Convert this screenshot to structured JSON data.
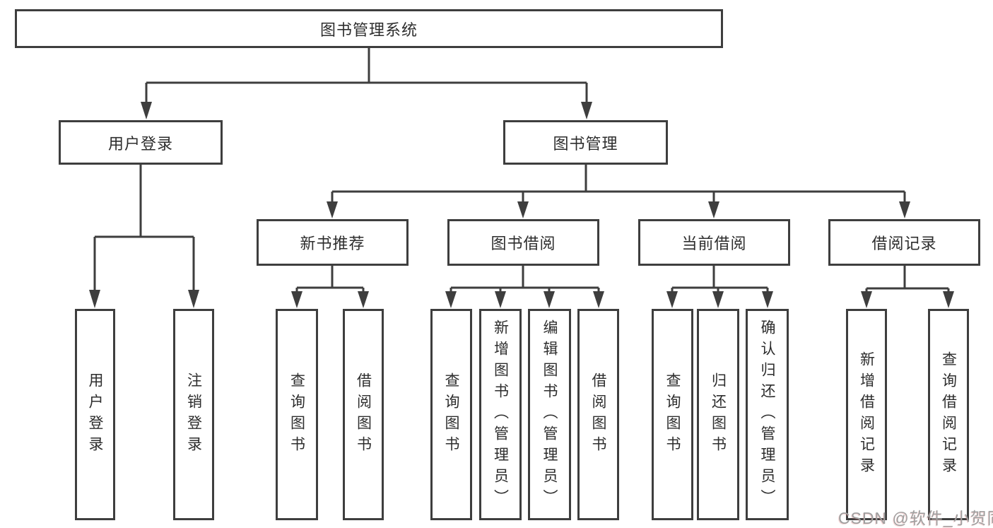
{
  "diagram": {
    "title": "图书管理系统",
    "root": {
      "label": "图书管理系统"
    },
    "level2": [
      {
        "label": "用户登录"
      },
      {
        "label": "图书管理"
      }
    ],
    "level3": [
      {
        "label": "新书推荐"
      },
      {
        "label": "图书借阅"
      },
      {
        "label": "当前借阅"
      },
      {
        "label": "借阅记录"
      }
    ],
    "leaves": {
      "login": [
        "用户登录",
        "注销登录"
      ],
      "newbook": [
        "查询图书",
        "借阅图书"
      ],
      "borrow": [
        "查询图书",
        "新增图书（管理员）",
        "编辑图书（管理员）",
        "借阅图书"
      ],
      "current": [
        "查询图书",
        "归还图书",
        "确认归还（管理员）"
      ],
      "records": [
        "新增借阅记录",
        "查询借阅记录"
      ]
    },
    "colors": {
      "line": "#3e3e3e",
      "box_border": "#3e3e3e",
      "text": "#2d2d2d",
      "background": "#ffffff",
      "watermark": "#9f9f9f"
    }
  },
  "watermark": {
    "text": "CSDN @软件_小贺同学"
  }
}
